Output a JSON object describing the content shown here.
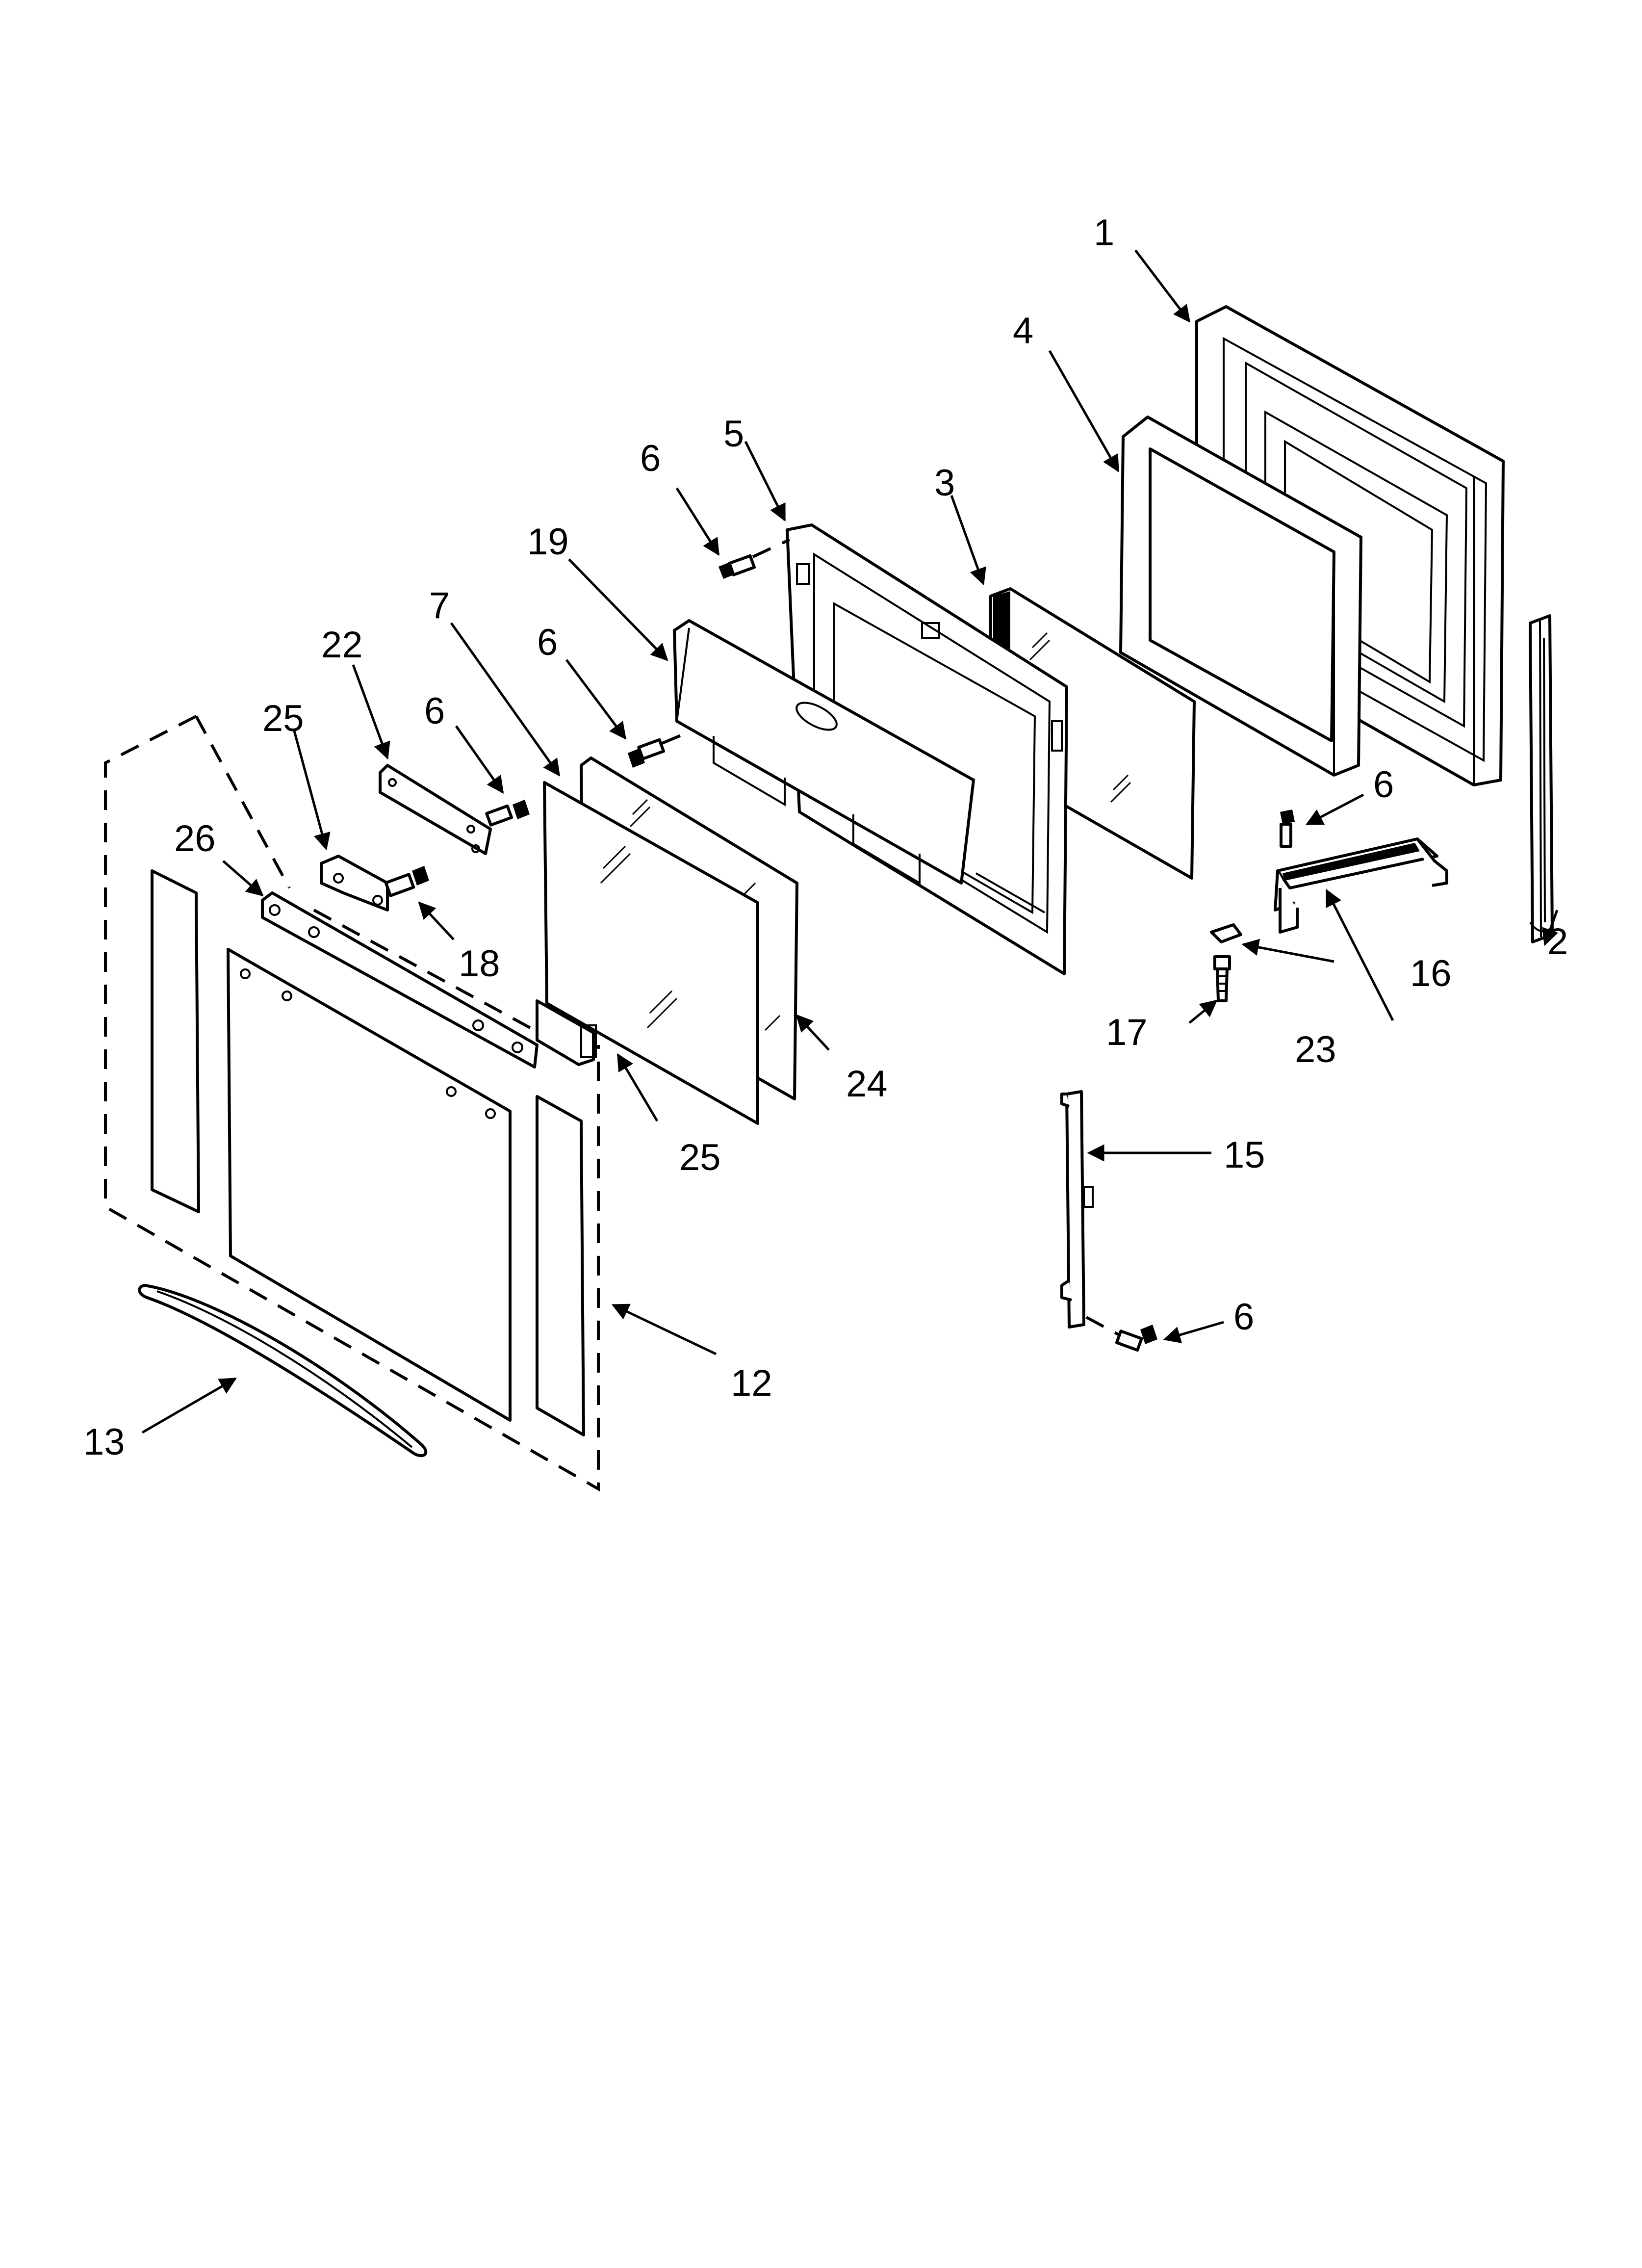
{
  "callouts": {
    "c1": "1",
    "c2": "2",
    "c3": "3",
    "c4": "4",
    "c5": "5",
    "c6a": "6",
    "c6b": "6",
    "c6c": "6",
    "c6d": "6",
    "c6e": "6",
    "c7": "7",
    "c12": "12",
    "c13": "13",
    "c15": "15",
    "c16": "16",
    "c17": "17",
    "c18": "18",
    "c19": "19",
    "c22": "22",
    "c23": "23",
    "c24": "24",
    "c25a": "25",
    "c25b": "25",
    "c26": "26"
  }
}
